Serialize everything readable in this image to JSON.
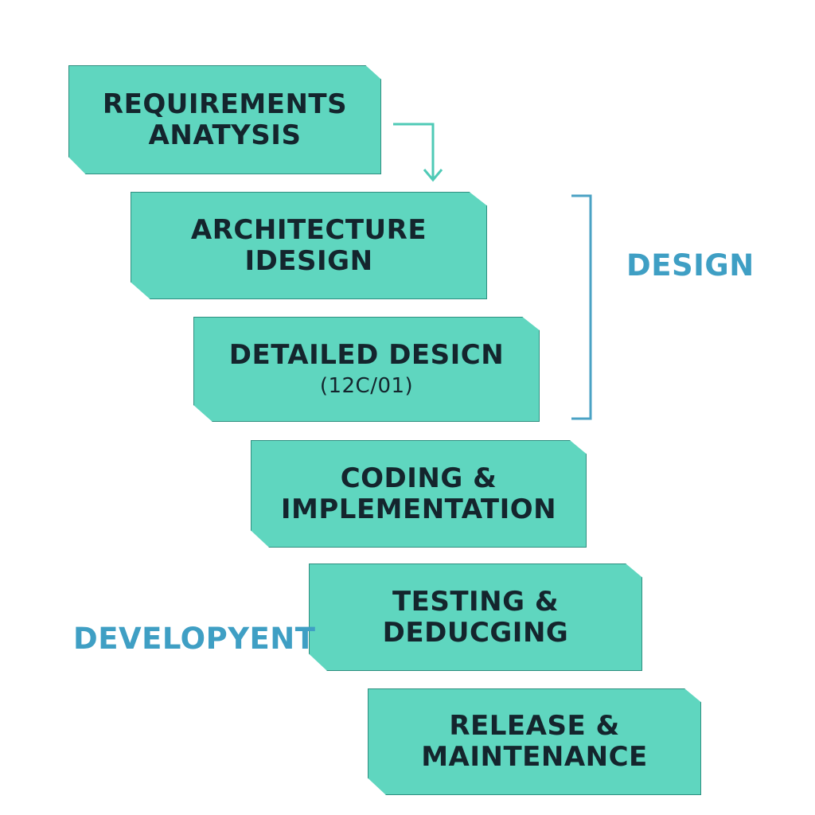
{
  "steps": [
    {
      "line1": "REQUIREMENTS",
      "line2": "ANATYSIS"
    },
    {
      "line1": "ARCHITECTURE",
      "line2": "IDESIGN"
    },
    {
      "line1": "DETAILED DESICN",
      "line2": "(12C/01)"
    },
    {
      "line1": "CODING &",
      "line2": "IMPLEMENTATION"
    },
    {
      "line1": "TESTING &",
      "line2": "DEDUCGING"
    },
    {
      "line1": "RELEASE &",
      "line2": "MAINTENANCE"
    }
  ],
  "phases": {
    "design": "DESIGN",
    "development": "DEVELOPYENT"
  },
  "colors": {
    "box_fill": "#5fd6bf",
    "box_border": "#2f8f80",
    "text": "#14252d",
    "phase_label": "#3f9fc4",
    "arrow": "#4fcab6",
    "bracket": "#4aa2c4"
  }
}
